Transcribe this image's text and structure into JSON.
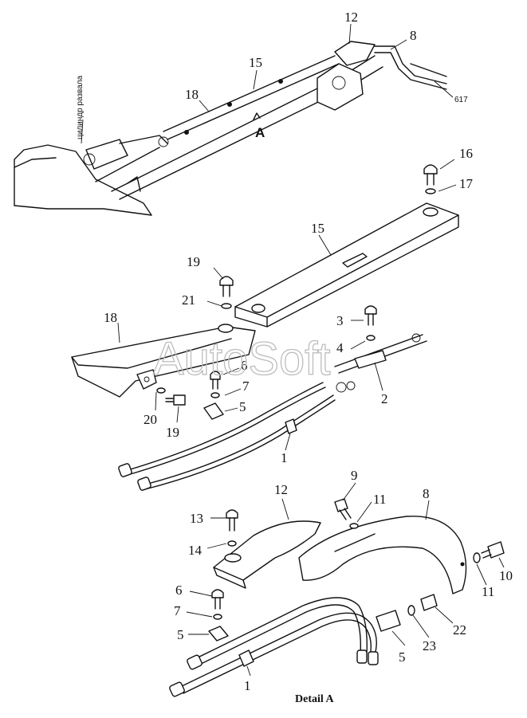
{
  "watermark": "AutoSoft",
  "overview": {
    "page_ref": "617",
    "view_mark": "A",
    "cylinder_note": "цилиндр развала",
    "callouts": [
      "12",
      "8",
      "15",
      "18"
    ]
  },
  "exploded": {
    "callouts": [
      "16",
      "17",
      "15",
      "19",
      "21",
      "18",
      "3",
      "4",
      "6",
      "7",
      "5",
      "2",
      "20",
      "19",
      "1"
    ]
  },
  "detail": {
    "caption": "Detail A",
    "callouts": [
      "12",
      "9",
      "11",
      "8",
      "13",
      "14",
      "10",
      "11",
      "6",
      "7",
      "5",
      "5",
      "23",
      "22",
      "1"
    ]
  }
}
